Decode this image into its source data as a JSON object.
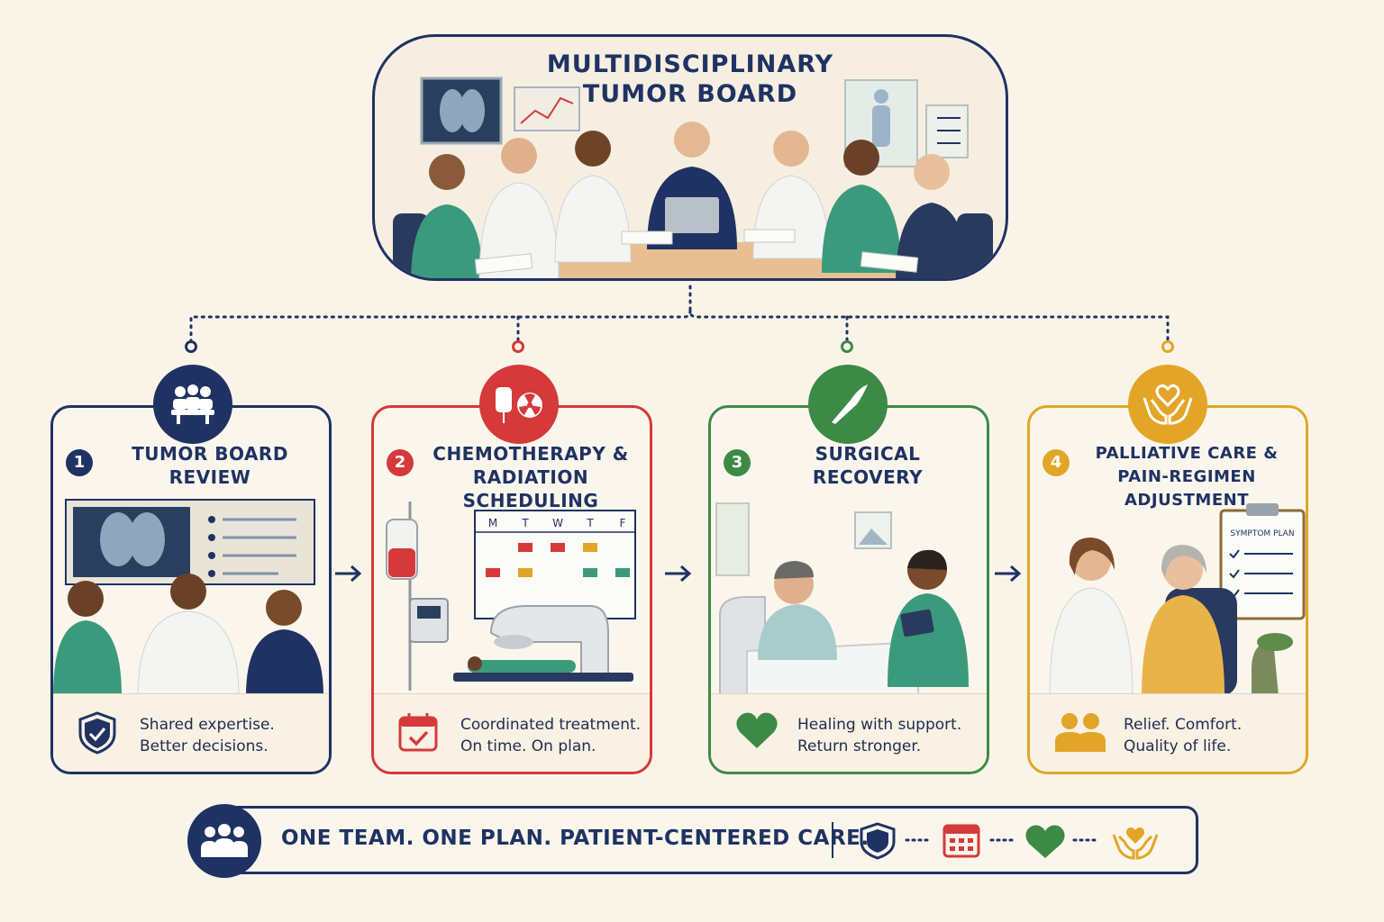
{
  "header": {
    "title_line1": "MULTIDISCIPLINARY",
    "title_line2": "TUMOR BOARD"
  },
  "steps": [
    {
      "number": "1",
      "title_line1": "TUMOR BOARD",
      "title_line2": "REVIEW",
      "footer_line1": "Shared expertise.",
      "footer_line2": "Better decisions.",
      "icon": "team-meeting-icon",
      "footer_icon": "shield-check-icon",
      "color": "#1f3263"
    },
    {
      "number": "2",
      "title_line1": "CHEMOTHERAPY &",
      "title_line2": "RADIATION SCHEDULING",
      "footer_line1": "Coordinated treatment.",
      "footer_line2": "On time. On plan.",
      "icon": "iv-bag-radiation-icon",
      "footer_icon": "calendar-check-icon",
      "color": "#d6393a",
      "calendar_days": [
        "M",
        "T",
        "W",
        "T",
        "F"
      ]
    },
    {
      "number": "3",
      "title_line1": "SURGICAL",
      "title_line2": "RECOVERY",
      "footer_line1": "Healing with support.",
      "footer_line2": "Return stronger.",
      "icon": "scalpel-icon",
      "footer_icon": "heart-icon",
      "color": "#3d8a47"
    },
    {
      "number": "4",
      "title_line1": "PALLIATIVE CARE &",
      "title_line2": "PAIN-REGIMEN ADJUSTMENT",
      "footer_line1": "Relief. Comfort.",
      "footer_line2": "Quality of life.",
      "icon": "hands-heart-icon",
      "footer_icon": "people-icon",
      "color": "#e3a527",
      "clipboard_label": "SYMPTOM PLAN"
    }
  ],
  "banner": {
    "text": "ONE TEAM. ONE PLAN. PATIENT-CENTERED CARE.",
    "icons": [
      "shield-icon",
      "calendar-icon",
      "heart-icon",
      "hands-heart-icon"
    ]
  },
  "colors": {
    "navy": "#1f3263",
    "red": "#d6393a",
    "green": "#3d8a47",
    "gold": "#e3a527",
    "background": "#faf4e8"
  }
}
